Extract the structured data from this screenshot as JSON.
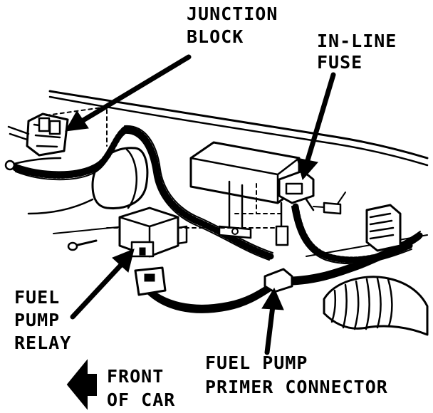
{
  "labels": {
    "junction_block": [
      "JUNCTION",
      "BLOCK"
    ],
    "inline_fuse": [
      "IN-LINE",
      "FUSE"
    ],
    "fuel_pump_relay": [
      "FUEL",
      "PUMP",
      "RELAY"
    ],
    "primer_connector": [
      "FUEL PUMP",
      "PRIMER CONNECTOR"
    ],
    "front_of_car": [
      "FRONT",
      "OF CAR"
    ]
  },
  "colors": {
    "ink": "#000000",
    "paper": "#ffffff"
  }
}
